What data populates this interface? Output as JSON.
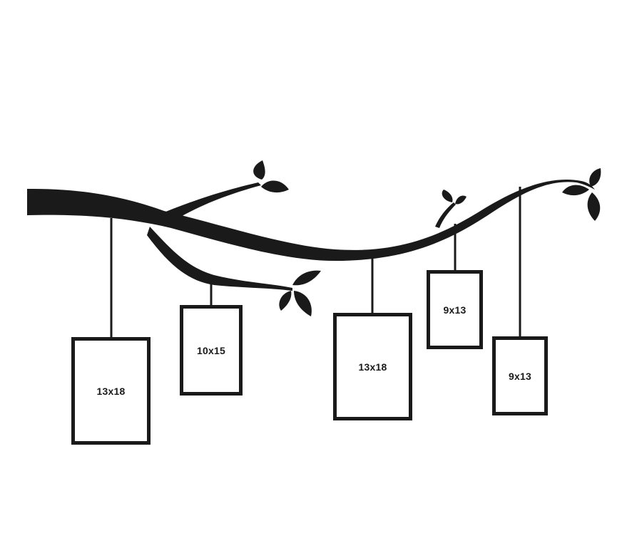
{
  "ink_color": "#1a1a1a",
  "background_color": "#ffffff",
  "frames": [
    {
      "label": "13x18"
    },
    {
      "label": "10x15"
    },
    {
      "label": "13x18"
    },
    {
      "label": "9x13"
    },
    {
      "label": "9x13"
    }
  ]
}
